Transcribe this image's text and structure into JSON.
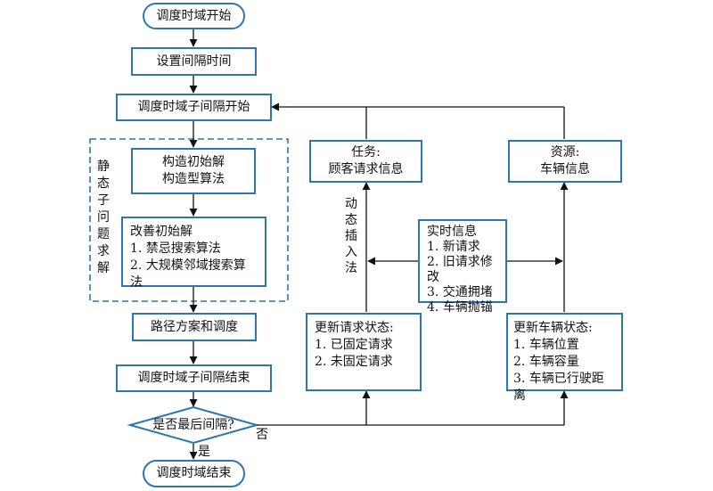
{
  "nodes": {
    "start": "调度时域开始",
    "set_interval": "设置间隔时间",
    "sub_start": "调度时域子间隔开始",
    "construct": [
      "构造初始解",
      "构造型算法"
    ],
    "improve": [
      "改善初始解",
      "1. 禁忌搜索算法",
      "2. 大规模邻域搜索算法"
    ],
    "route": "路径方案和调度",
    "sub_end": "调度时域子间隔结束",
    "decision": "是否最后间隔?",
    "end": "调度时域结束",
    "task": [
      "任务:",
      "顾客请求信息"
    ],
    "resource": [
      "资源:",
      "车辆信息"
    ],
    "realtime": [
      "实时信息",
      "1. 新请求",
      "2. 旧请求修改",
      "3. 交通拥堵",
      "4. 车辆抛锚"
    ],
    "update_request": [
      "更新请求状态:",
      "1. 已固定请求",
      "2. 未固定请求"
    ],
    "update_vehicle": [
      "更新车辆状态:",
      "1. 车辆位置",
      "2. 车辆容量",
      "3. 车辆已行驶距离"
    ]
  },
  "labels": {
    "static_group": [
      "静",
      "态",
      "子",
      "问",
      "题",
      "求",
      "解"
    ],
    "dynamic_insert": [
      "动",
      "态",
      "插",
      "入",
      "法"
    ],
    "yes": "是",
    "no": "否"
  },
  "colors": {
    "box_border": "#2e75b6",
    "line": "#111111",
    "background": "#ffffff"
  }
}
